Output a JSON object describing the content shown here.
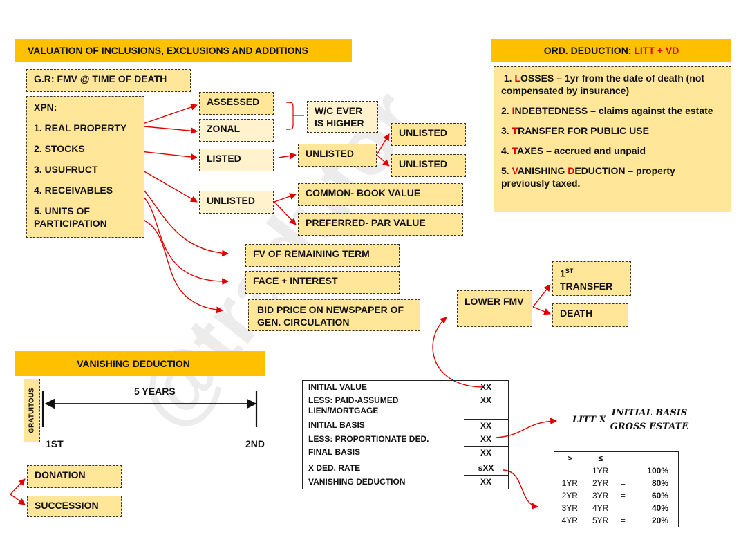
{
  "watermark": "@tradutor",
  "valuation": {
    "header": "VALUATION OF INCLUSIONS, EXCLUSIONS AND ADDITIONS",
    "general_rule": "G.R: FMV @ TIME OF DEATH",
    "xpn_title": "XPN:",
    "xpn_items": [
      "1. REAL PROPERTY",
      "2. STOCKS",
      "3. USUFRUCT",
      "4. RECEIVABLES",
      "5. UNITS OF PARTICIPATION"
    ],
    "assessed": "ASSESSED",
    "zonal": "ZONAL",
    "whichever": "W/C EVER IS HIGHER",
    "listed": "LISTED",
    "unlisted_mid": "UNLISTED",
    "unlisted_top": "UNLISTED",
    "unlisted_bottom": "UNLISTED",
    "unlisted_stock": "UNLISTED",
    "common": "COMMON- BOOK VALUE",
    "preferred": "PREFERRED- PAR VALUE",
    "fv_remaining": "FV OF REMAINING TERM",
    "face_interest": "FACE + INTEREST",
    "bid_price": "BID PRICE ON NEWSPAPER OF GEN. CIRCULATION"
  },
  "ord_deduction": {
    "header_prefix": "ORD. DEDUCTION: ",
    "header_highlight": "LITT + VD",
    "items": [
      {
        "num": " 1. ",
        "initial": "L",
        "rest": "OSSES – 1yr from the date of death (not compensated by insurance)"
      },
      {
        "num": "2. ",
        "initial": "I",
        "rest": "NDEBTEDNESS – claims against the estate"
      },
      {
        "num": "3. ",
        "initial": "T",
        "rest": "RANSFER FOR PUBLIC USE"
      },
      {
        "num": "4. ",
        "initial": "T",
        "rest": "AXES – accrued and unpaid"
      },
      {
        "num": "5. ",
        "initial": "V",
        "rest": "ANISHING ",
        "initial2": "D",
        "rest2": "EDUCTION – property previously taxed."
      }
    ]
  },
  "lower_fmv": {
    "label": "LOWER FMV",
    "first_transfer": "TRANSFER",
    "first_num": "1",
    "first_sup": "ST",
    "death": "DEATH"
  },
  "vanishing": {
    "header": "VANISHING DEDUCTION",
    "gratuitous": "GRATUITOUS",
    "years": "5 YEARS",
    "first": "1ST",
    "second": "2ND",
    "donation": "DONATION",
    "succession": "SUCCESSION"
  },
  "computation": [
    {
      "label": "INITIAL VALUE",
      "value": "XX"
    },
    {
      "label": "LESS: PAID-ASSUMED LIEN/MORTGAGE",
      "value": "XX"
    },
    {
      "label": "INITIAL BASIS",
      "value": "XX"
    },
    {
      "label": "LESS: PROPORTIONATE DED.",
      "value": "XX"
    },
    {
      "label": "FINAL BASIS",
      "value": "XX"
    },
    {
      "label": "X DED. RATE",
      "value": "sXX"
    },
    {
      "label": "VANISHING DEDUCTION",
      "value": "XX"
    }
  ],
  "formula": {
    "prefix": "LITT X",
    "numerator": "INITIAL BASIS",
    "denominator": "GROSS ESTATE"
  },
  "rate_table": {
    "headers": [
      ">",
      "≤",
      "",
      ""
    ],
    "rows": [
      [
        "",
        "1YR",
        "",
        "100%"
      ],
      [
        "1YR",
        "2YR",
        "=",
        "80%"
      ],
      [
        "2YR",
        "3YR",
        "=",
        "60%"
      ],
      [
        "3YR",
        "4YR",
        "=",
        "40%"
      ],
      [
        "4YR",
        "5YR",
        "=",
        "20%"
      ]
    ]
  }
}
